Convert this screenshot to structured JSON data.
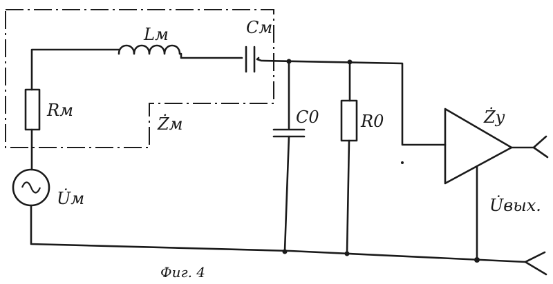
{
  "labels": {
    "inductor": "Lм",
    "capacitor_m": "Cм",
    "resistor_m": "Rм",
    "impedance_m": "Żм",
    "source_voltage": "U̇м",
    "capacitor_0": "C0",
    "resistor_0": "R0",
    "amplifier_impedance": "Ży",
    "output_voltage": "U̇вых."
  },
  "caption": "Фиг. 4"
}
